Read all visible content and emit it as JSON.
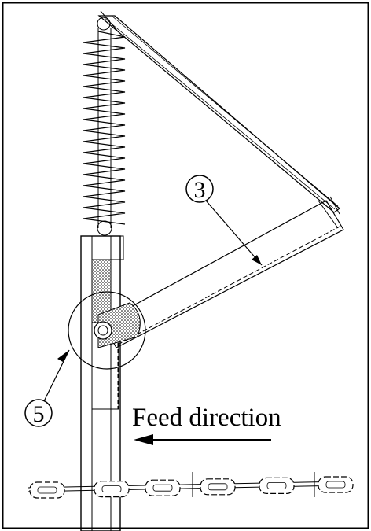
{
  "labels": {
    "part_3": "3",
    "part_5": "5",
    "feed_direction": "Feed direction"
  }
}
